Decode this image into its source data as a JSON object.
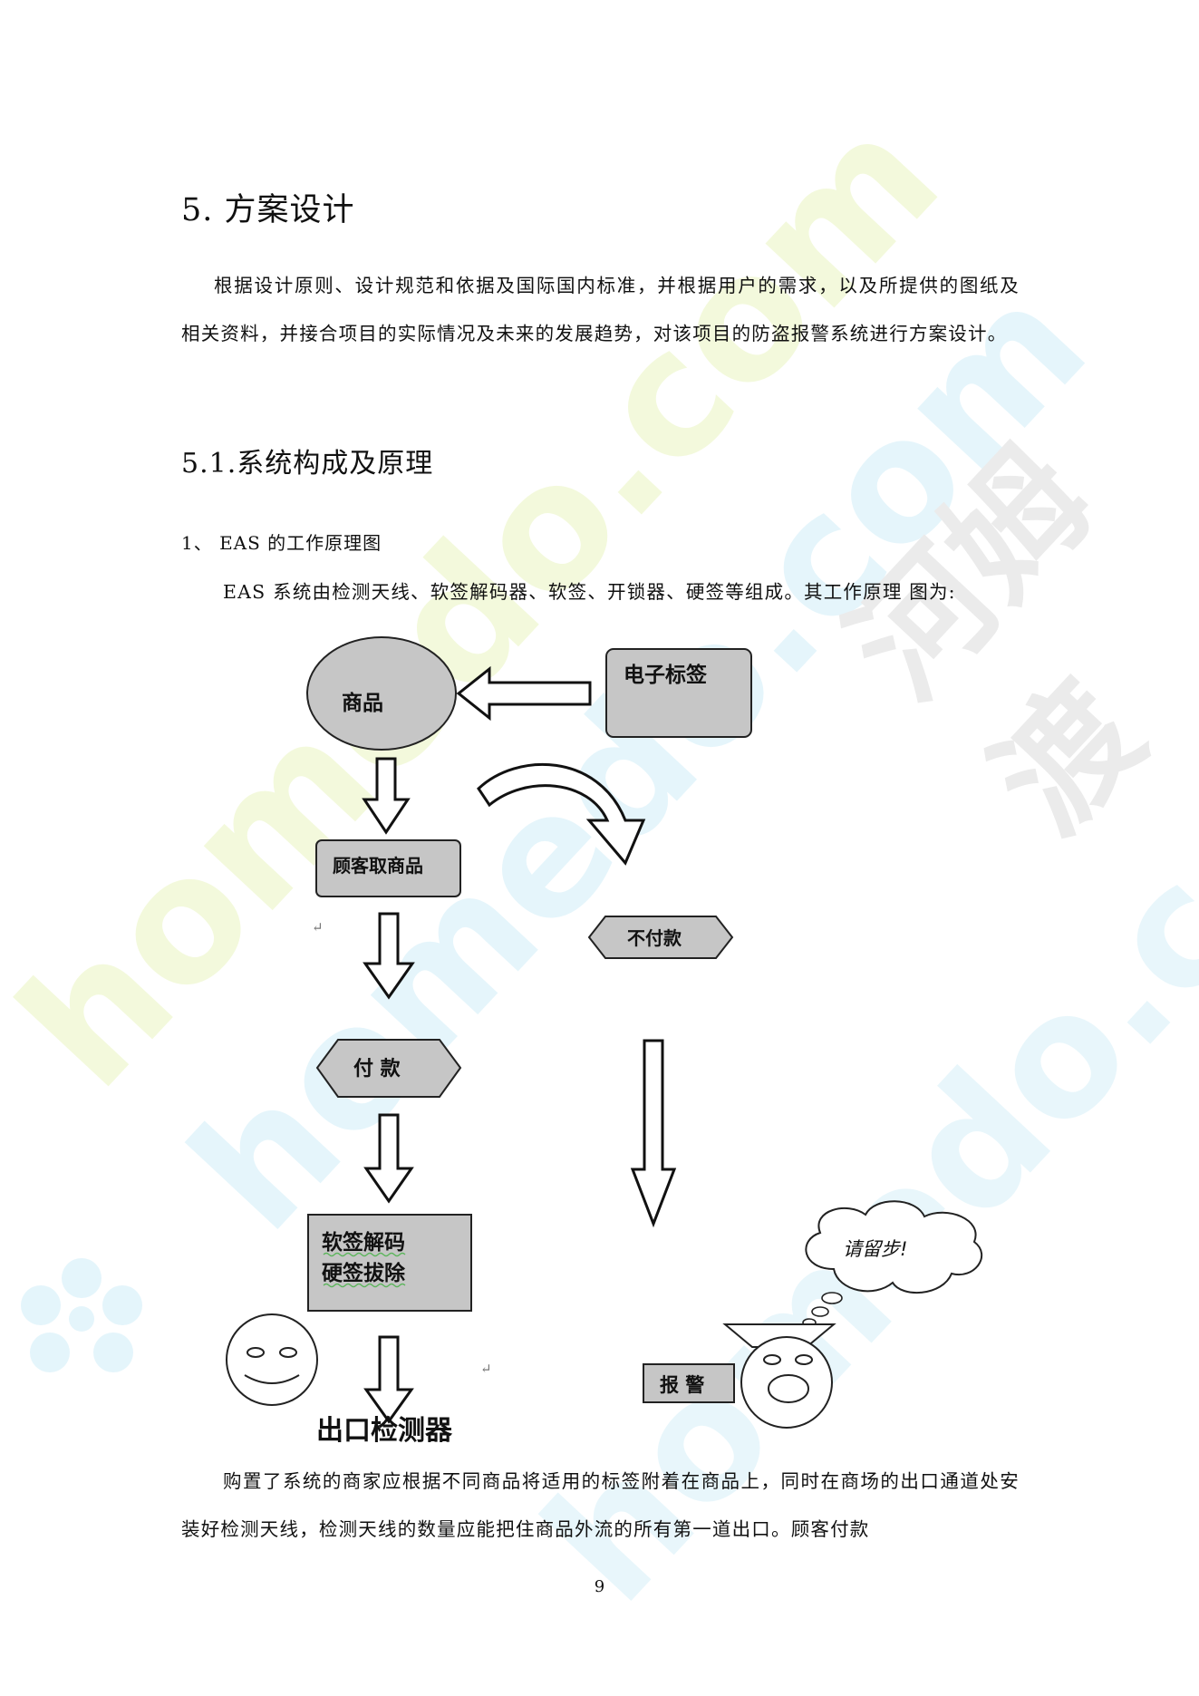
{
  "heading": "5. 方案设计",
  "paragraph1": "根据设计原则、设计规范和依据及国际国内标准，并根据用户的需求，以及所提供的图纸及相关资料，并接合项目的实际情况及未来的发展趋势，对该项目的防盗报警系统进行方案设计。",
  "subheading": "5.1.系统构成及原理",
  "item1": "1、 EAS 的工作原理图",
  "intro": "EAS 系统由检测天线、软签解码器、软签、开锁器、硬签等组成。其工作原理 图为:",
  "diagram": {
    "goods": "商品",
    "tag": "电子标签",
    "take": "顾客取商品",
    "nopay": "不付款",
    "pay": "付 款",
    "decode1": "软签解码",
    "decode2": "硬签拔除",
    "exit": "出口检测器",
    "alarm": "报 警",
    "bubble": "请留步!"
  },
  "paragraph2": "购置了系统的商家应根据不同商品将适用的标签附着在商品上，同时在商场的出口通道处安装好检测天线，检测天线的数量应能把住商品外流的所有第一道出口。顾客付款",
  "page_number": "9",
  "watermark": {
    "text1": "homedo.com",
    "text2": "河姆渡",
    "colors": {
      "green": "#f1f8d4",
      "cyan": "#dff4fa",
      "gray": "#ececec"
    }
  }
}
